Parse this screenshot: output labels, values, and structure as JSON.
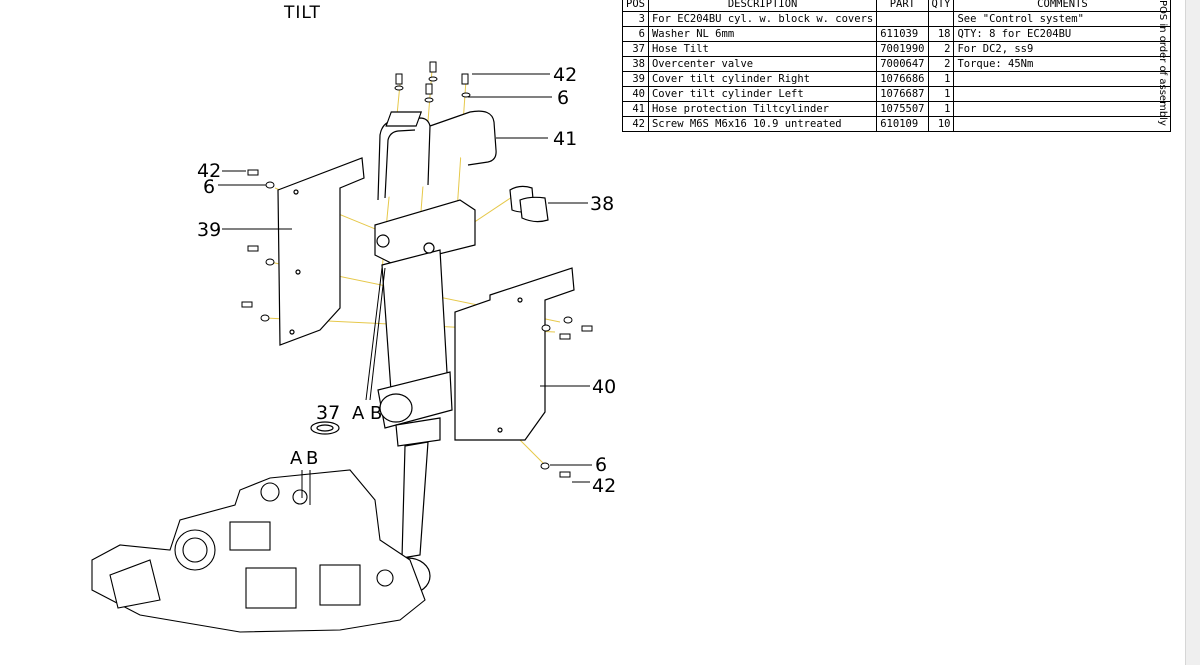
{
  "title": "TILT",
  "side_label": "POS in order of assembly",
  "bom": {
    "headers": [
      "POS",
      "DESCRIPTION",
      "PART",
      "QTY",
      "COMMENTS"
    ],
    "rows": [
      {
        "pos": "3",
        "description": "For EC204BU cyl. w. block w. covers",
        "part": "",
        "qty": "",
        "comments": "See \"Control system\""
      },
      {
        "pos": "6",
        "description": "Washer NL 6mm",
        "part": "611039",
        "qty": "18",
        "comments": "QTY: 8 for EC204BU"
      },
      {
        "pos": "37",
        "description": "Hose Tilt",
        "part": "7001990",
        "qty": "2",
        "comments": "For DC2, ss9"
      },
      {
        "pos": "38",
        "description": "Overcenter valve",
        "part": "7000647",
        "qty": "2",
        "comments": "Torque: 45Nm"
      },
      {
        "pos": "39",
        "description": "Cover tilt cylinder Right",
        "part": "1076686",
        "qty": "1",
        "comments": ""
      },
      {
        "pos": "40",
        "description": "Cover tilt cylinder Left",
        "part": "1076687",
        "qty": "1",
        "comments": ""
      },
      {
        "pos": "41",
        "description": "Hose protection Tiltcylinder",
        "part": "1075507",
        "qty": "1",
        "comments": ""
      },
      {
        "pos": "42",
        "description": "Screw M6S M6x16 10.9 untreated",
        "part": "610109",
        "qty": "10",
        "comments": ""
      }
    ]
  },
  "callouts": {
    "c42_top": "42",
    "c6_top": "6",
    "c41": "41",
    "c38": "38",
    "c42_left": "42",
    "c6_left": "6",
    "c39": "39",
    "c40": "40",
    "c37": "37",
    "c6_bottom": "6",
    "c42_bottom": "42",
    "ab_upper": "A B",
    "ab_lower_a": "A",
    "ab_lower_b": "B"
  },
  "colors": {
    "line": "#000000",
    "assembly_axis": "#e6c84a",
    "scrollbar": "#efefef"
  }
}
